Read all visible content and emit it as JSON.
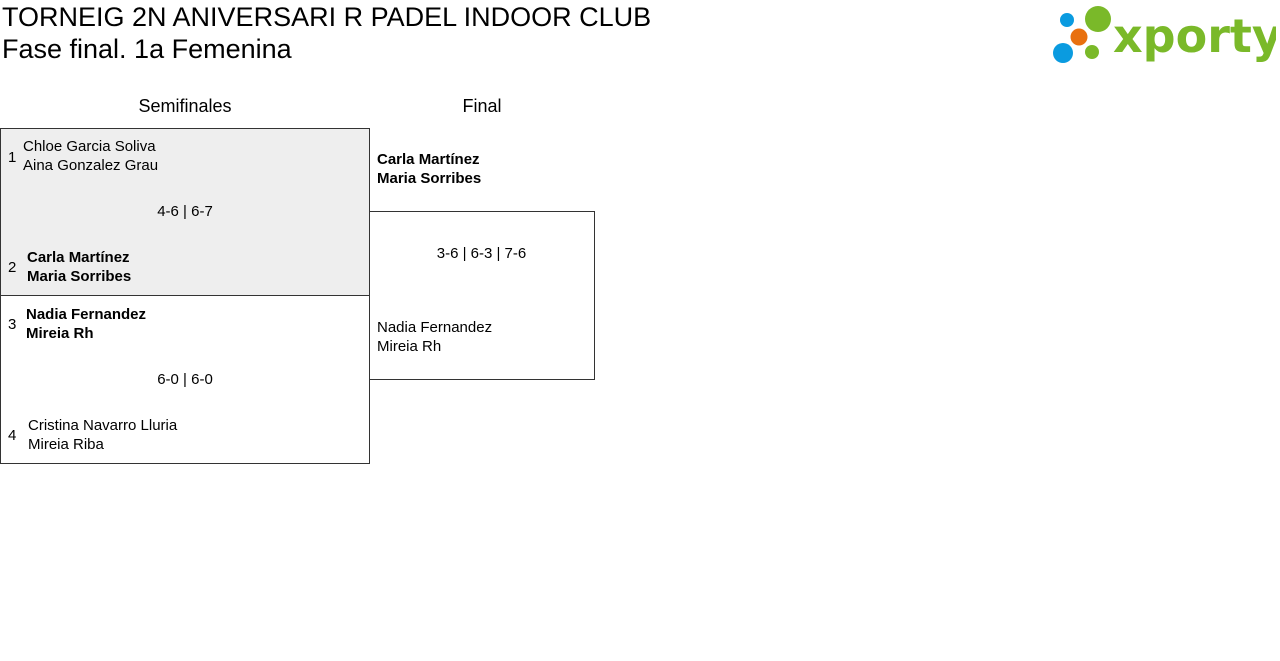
{
  "header": {
    "title": "TORNEIG 2N ANIVERSARI R PADEL INDOOR CLUB",
    "subtitle": "Fase final. 1a Femenina",
    "logo_text": "xporty"
  },
  "rounds": [
    {
      "label": "Semifinales"
    },
    {
      "label": "Final"
    }
  ],
  "semifinals": [
    {
      "top": {
        "seed": "1",
        "p1": "Chloe Garcia Soliva",
        "p2": "Aina Gonzalez Grau"
      },
      "score": "4-6 | 6-7",
      "bottom": {
        "seed": "2",
        "p1": "Carla Martínez",
        "p2": "Maria Sorribes"
      }
    },
    {
      "top": {
        "seed": "3",
        "p1": "Nadia Fernandez",
        "p2": "Mireia Rh"
      },
      "score": "6-0 | 6-0",
      "bottom": {
        "seed": "4",
        "p1": "Cristina Navarro Lluria",
        "p2": "Mireia Riba"
      }
    }
  ],
  "final": {
    "top": {
      "p1": "Carla Martínez",
      "p2": "Maria Sorribes"
    },
    "score": "3-6 | 6-3 | 7-6",
    "bottom": {
      "p1": "Nadia Fernandez",
      "p2": "Mireia Rh"
    }
  },
  "colors": {
    "logo_green": "#7ab929",
    "logo_blue": "#0a9be0",
    "logo_orange": "#e8700f",
    "match_bg": "#eeeeee"
  }
}
